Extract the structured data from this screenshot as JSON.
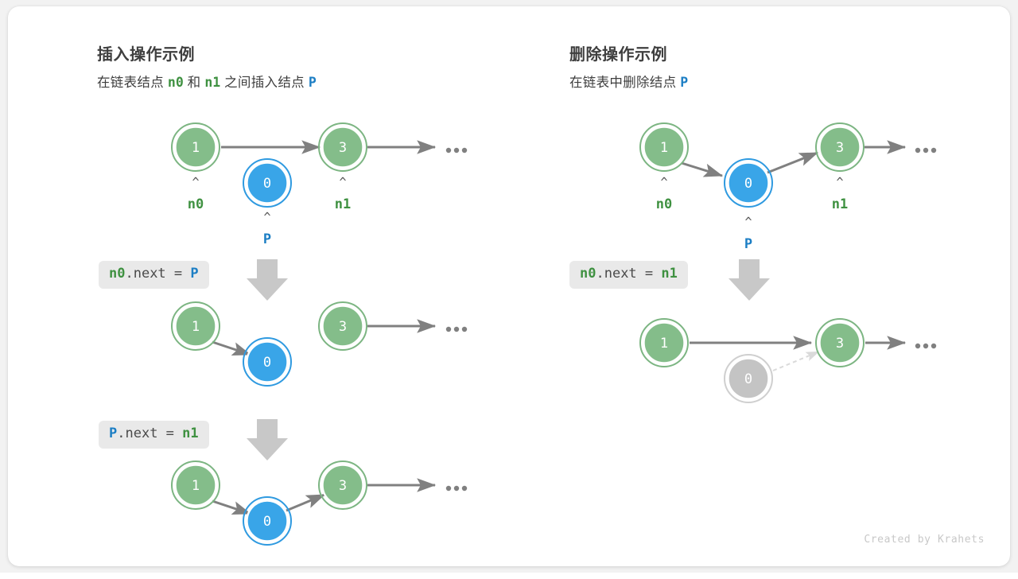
{
  "credit": "Created by Krahets",
  "colors": {
    "node_green_fill": "#84bd8a",
    "node_green_ring": "#7cb582",
    "node_blue_fill": "#39a5e8",
    "node_blue_ring": "#2f9ae0",
    "node_gray_fill": "#c4c4c4",
    "node_gray_ring": "#cfcfcf",
    "arrow_gray": "#808080",
    "label_green": "#3f9141",
    "label_blue": "#1c7ec4",
    "chip_bg": "#e9e9e9",
    "big_arrow": "#c8c8c8",
    "card_bg": "#ffffff",
    "page_bg": "#f2f2f2"
  },
  "panels": [
    {
      "id": "insert",
      "title": "插入操作示例",
      "subtitle_parts": [
        {
          "text": "在链表结点",
          "style": "plain"
        },
        {
          "text": "n0",
          "style": "green"
        },
        {
          "text": "和",
          "style": "plain"
        },
        {
          "text": "n1",
          "style": "green"
        },
        {
          "text": "之间插入结点",
          "style": "plain"
        },
        {
          "text": "P",
          "style": "blue"
        }
      ],
      "steps": [
        {
          "code_parts": [
            {
              "text": "n0",
              "style": "green"
            },
            {
              "text": ".next = ",
              "style": "gray"
            },
            {
              "text": "P",
              "style": "blue"
            }
          ]
        },
        {
          "code_parts": [
            {
              "text": "P",
              "style": "blue"
            },
            {
              "text": ".next = ",
              "style": "gray"
            },
            {
              "text": "n1",
              "style": "green"
            }
          ]
        }
      ],
      "rows": [
        {
          "name": "initial-state",
          "nodes": [
            {
              "value": "1",
              "kind": "green",
              "pointer": "n0",
              "pointer_kind": "green"
            },
            {
              "value": "0",
              "kind": "blue",
              "pointer": "P",
              "pointer_kind": "blue"
            },
            {
              "value": "3",
              "kind": "green",
              "pointer": "n1",
              "pointer_kind": "green"
            }
          ],
          "ellipsis": "..."
        },
        {
          "name": "after-n0-next-p",
          "nodes": [
            {
              "value": "1",
              "kind": "green"
            },
            {
              "value": "0",
              "kind": "blue"
            },
            {
              "value": "3",
              "kind": "green"
            }
          ],
          "ellipsis": "..."
        },
        {
          "name": "after-p-next-n1",
          "nodes": [
            {
              "value": "1",
              "kind": "green"
            },
            {
              "value": "0",
              "kind": "blue"
            },
            {
              "value": "3",
              "kind": "green"
            }
          ],
          "ellipsis": "..."
        }
      ]
    },
    {
      "id": "remove",
      "title": "删除操作示例",
      "subtitle_parts": [
        {
          "text": "在链表中删除结点",
          "style": "plain"
        },
        {
          "text": "P",
          "style": "blue"
        }
      ],
      "steps": [
        {
          "code_parts": [
            {
              "text": "n0",
              "style": "green"
            },
            {
              "text": ".next = ",
              "style": "gray"
            },
            {
              "text": "n1",
              "style": "green"
            }
          ]
        }
      ],
      "rows": [
        {
          "name": "initial-state",
          "nodes": [
            {
              "value": "1",
              "kind": "green",
              "pointer": "n0",
              "pointer_kind": "green"
            },
            {
              "value": "0",
              "kind": "blue",
              "pointer": "P",
              "pointer_kind": "blue"
            },
            {
              "value": "3",
              "kind": "green",
              "pointer": "n1",
              "pointer_kind": "green"
            }
          ],
          "ellipsis": "..."
        },
        {
          "name": "after-remove",
          "nodes": [
            {
              "value": "1",
              "kind": "green"
            },
            {
              "value": "0",
              "kind": "gray"
            },
            {
              "value": "3",
              "kind": "green"
            }
          ],
          "ellipsis": "..."
        }
      ]
    }
  ]
}
